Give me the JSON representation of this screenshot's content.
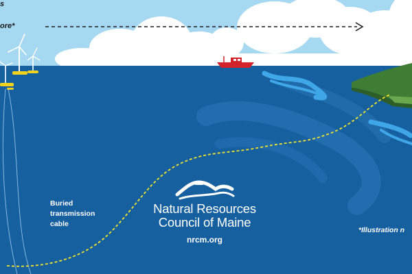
{
  "top_note": {
    "line1": "s",
    "line2": "ore*"
  },
  "cable_label": {
    "line1": "Buried",
    "line2": "transmission",
    "line3": "cable"
  },
  "organization": {
    "name_line1": "Natural Resources",
    "name_line2": "Council of Maine",
    "url": "nrcm.org"
  },
  "illustration_note": "*Illustration n",
  "colors": {
    "sky": "#a7d8f2",
    "ocean": "#17609f",
    "ocean_light": "#2a78b8",
    "current": "#3fa6e8",
    "land": "#3f7d35",
    "boat": "#d2232a",
    "cable": "#f4e52a",
    "turbine_base": "#f2d21a"
  }
}
